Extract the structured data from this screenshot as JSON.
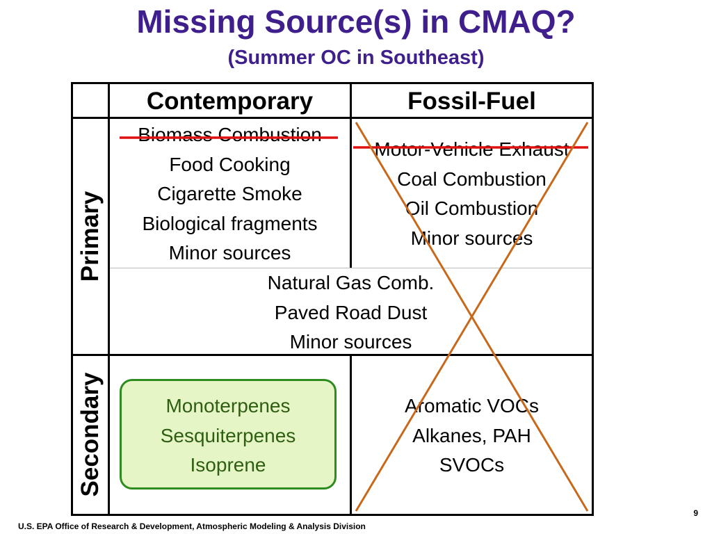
{
  "slide": {
    "title": "Missing Source(s) in CMAQ?",
    "subtitle": "(Summer OC in Southeast)",
    "footer": "U.S. EPA Office of Research & Development, Atmospheric Modeling & Analysis Division",
    "page_number": "9"
  },
  "colors": {
    "title": "#3f1f8c",
    "strike": "#e01010",
    "cross": "#c8681a",
    "green_border": "#2e8b1e",
    "green_fill": "#e6f5c6",
    "green_text": "#2e5e12"
  },
  "table": {
    "col_headers": [
      "Contemporary",
      "Fossil-Fuel"
    ],
    "row_labels": [
      "Primary",
      "Secondary"
    ],
    "primary_contemporary": {
      "struck": "Biomass Combustion",
      "items": [
        "Food Cooking",
        "Cigarette Smoke",
        "Biological fragments",
        "Minor sources"
      ]
    },
    "primary_fossil": {
      "struck": "Motor-Vehicle Exhaust",
      "items": [
        "Coal Combustion",
        "Oil Combustion",
        "Minor sources"
      ]
    },
    "primary_shared": {
      "items": [
        "Natural Gas Comb.",
        "Paved Road Dust",
        "Minor sources"
      ]
    },
    "secondary_contemporary": {
      "items": [
        "Monoterpenes",
        "Sesquiterpenes",
        "Isoprene"
      ]
    },
    "secondary_fossil": {
      "items": [
        "Aromatic VOCs",
        "Alkanes, PAH",
        "SVOCs"
      ]
    }
  }
}
